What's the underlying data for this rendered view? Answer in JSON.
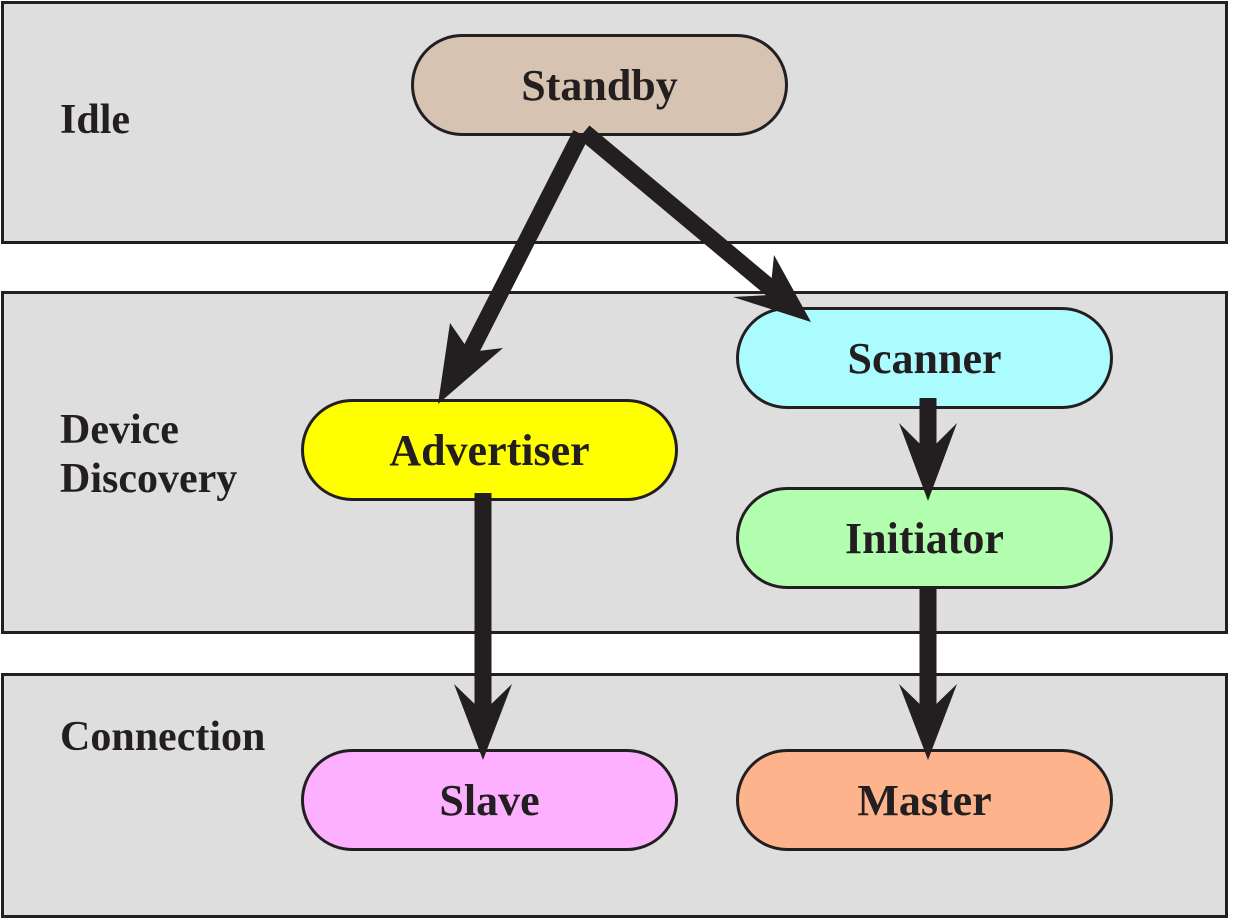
{
  "stages": {
    "idle": "Idle",
    "device_discovery_line1": "Device",
    "device_discovery_line2": "Discovery",
    "connection": "Connection"
  },
  "states": {
    "standby": "Standby",
    "advertiser": "Advertiser",
    "scanner": "Scanner",
    "initiator": "Initiator",
    "slave": "Slave",
    "master": "Master"
  },
  "colors": {
    "standby": "#d6c3b1",
    "advertiser": "#ffff00",
    "scanner": "#aafcff",
    "initiator": "#b2ffb0",
    "slave": "#fcb0ff",
    "master": "#fdb38b",
    "band": "#dedede",
    "ink": "#231f20"
  },
  "transitions": [
    {
      "from": "Standby",
      "to": "Advertiser"
    },
    {
      "from": "Standby",
      "to": "Scanner"
    },
    {
      "from": "Scanner",
      "to": "Initiator"
    },
    {
      "from": "Advertiser",
      "to": "Slave"
    },
    {
      "from": "Initiator",
      "to": "Master"
    }
  ]
}
